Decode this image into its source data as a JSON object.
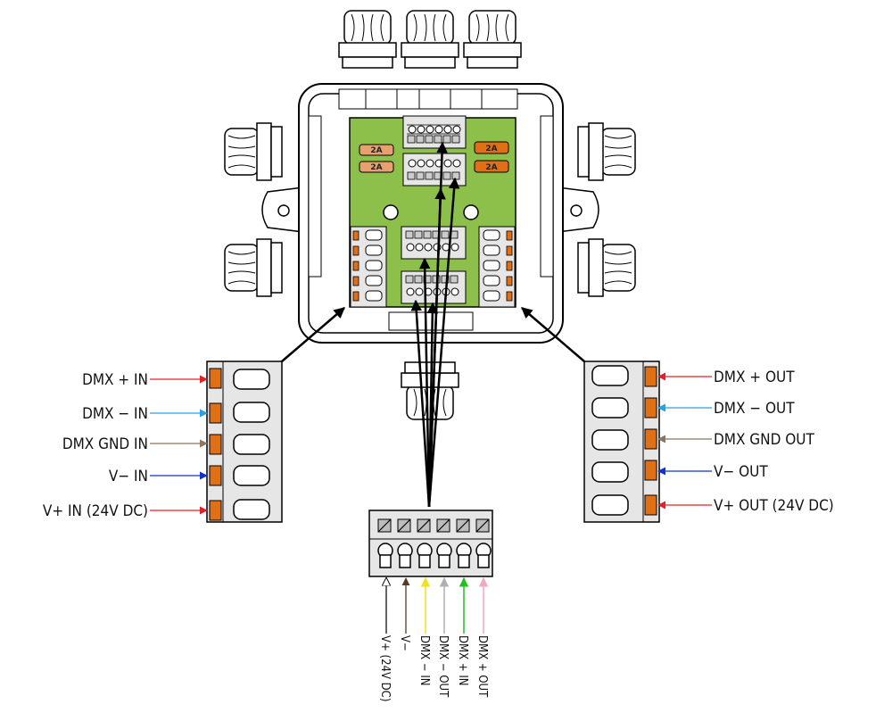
{
  "left_labels": [
    {
      "text": "DMX + IN",
      "color": "#e0202a"
    },
    {
      "text": "DMX − IN",
      "color": "#2aa0e0"
    },
    {
      "text": "DMX GND IN",
      "color": "#8b7660"
    },
    {
      "text": "V− IN",
      "color": "#1030d0"
    },
    {
      "text": "V+ IN (24V DC)",
      "color": "#e0202a"
    }
  ],
  "right_labels": [
    {
      "text": "DMX + OUT",
      "color": "#e0202a"
    },
    {
      "text": "DMX − OUT",
      "color": "#2aa0e0"
    },
    {
      "text": "DMX GND OUT",
      "color": "#8b7660"
    },
    {
      "text": "V− OUT",
      "color": "#1030d0"
    },
    {
      "text": "V+ OUT (24V DC)",
      "color": "#e0202a"
    }
  ],
  "bottom_labels": [
    {
      "text": "V+ (24V DC)",
      "color": "#ffffff"
    },
    {
      "text": "V−",
      "color": "#5a3a20"
    },
    {
      "text": "DMX − IN",
      "color": "#f2e020"
    },
    {
      "text": "DMX − OUT",
      "color": "#b0b0b0"
    },
    {
      "text": "DMX + IN",
      "color": "#20c020"
    },
    {
      "text": "DMX + OUT",
      "color": "#f4a8c0"
    }
  ],
  "fuses": [
    "2A",
    "2A",
    "2A",
    "2A"
  ],
  "colors": {
    "board": "#8cc04a",
    "terminal": "#e07018",
    "housing": "#ffffff"
  }
}
